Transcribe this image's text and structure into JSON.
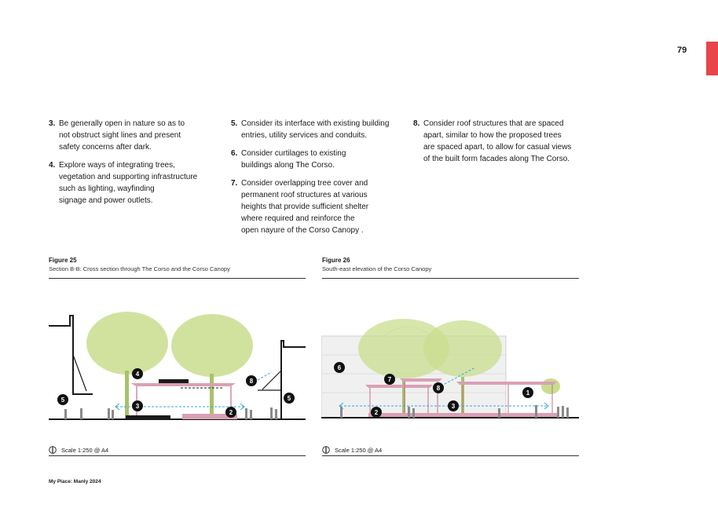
{
  "page": {
    "number": "79",
    "accent_color": "#e8444a"
  },
  "guidelines": {
    "col1": [
      {
        "num": "3.",
        "text": "Be generally open in nature so as to\nnot obstruct sight lines and present\nsafety concerns after dark."
      },
      {
        "num": "4.",
        "text": "Explore ways of integrating trees,\nvegetation and supporting infrastructure\nsuch as lighting, wayfinding\nsignage and power outlets."
      }
    ],
    "col2": [
      {
        "num": "5.",
        "text": "Consider its interface with existing building\nentries, utility services and conduits."
      },
      {
        "num": "6.",
        "text": "Consider curtilages to existing\nbuildings along The Corso."
      },
      {
        "num": "7.",
        "text": "Consider overlapping tree cover and\npermanent roof structures at various\nheights that provide sufficient shelter\nwhere required and reinforce the\nopen nayure of the Corso Canopy ."
      }
    ],
    "col3": [
      {
        "num": "8.",
        "text": "Consider roof structures that are spaced\napart, similar to how the proposed trees\nare spaced apart, to allow for casual views\nof the built form facades along The Corso."
      }
    ]
  },
  "figures": {
    "fig25": {
      "title": "Figure 25",
      "caption": "Section B-B: Cross section through The Corso and the Corso Canopy",
      "scale": "Scale 1:250 @ A4",
      "markers": [
        "5",
        "4",
        "3",
        "2",
        "8",
        "5"
      ]
    },
    "fig26": {
      "title": "Figure 26",
      "caption": "South-east elevation of the Corso Canopy",
      "scale": "Scale 1:250 @ A4",
      "markers": [
        "6",
        "7",
        "8",
        "1",
        "3",
        "2"
      ]
    }
  },
  "footer": {
    "text": "My Place: Manly 2024"
  },
  "colors": {
    "tree": "#c9dd8e",
    "roof": "#d9a0b4",
    "arrow": "#3aa6dc",
    "marker": "#111111"
  }
}
